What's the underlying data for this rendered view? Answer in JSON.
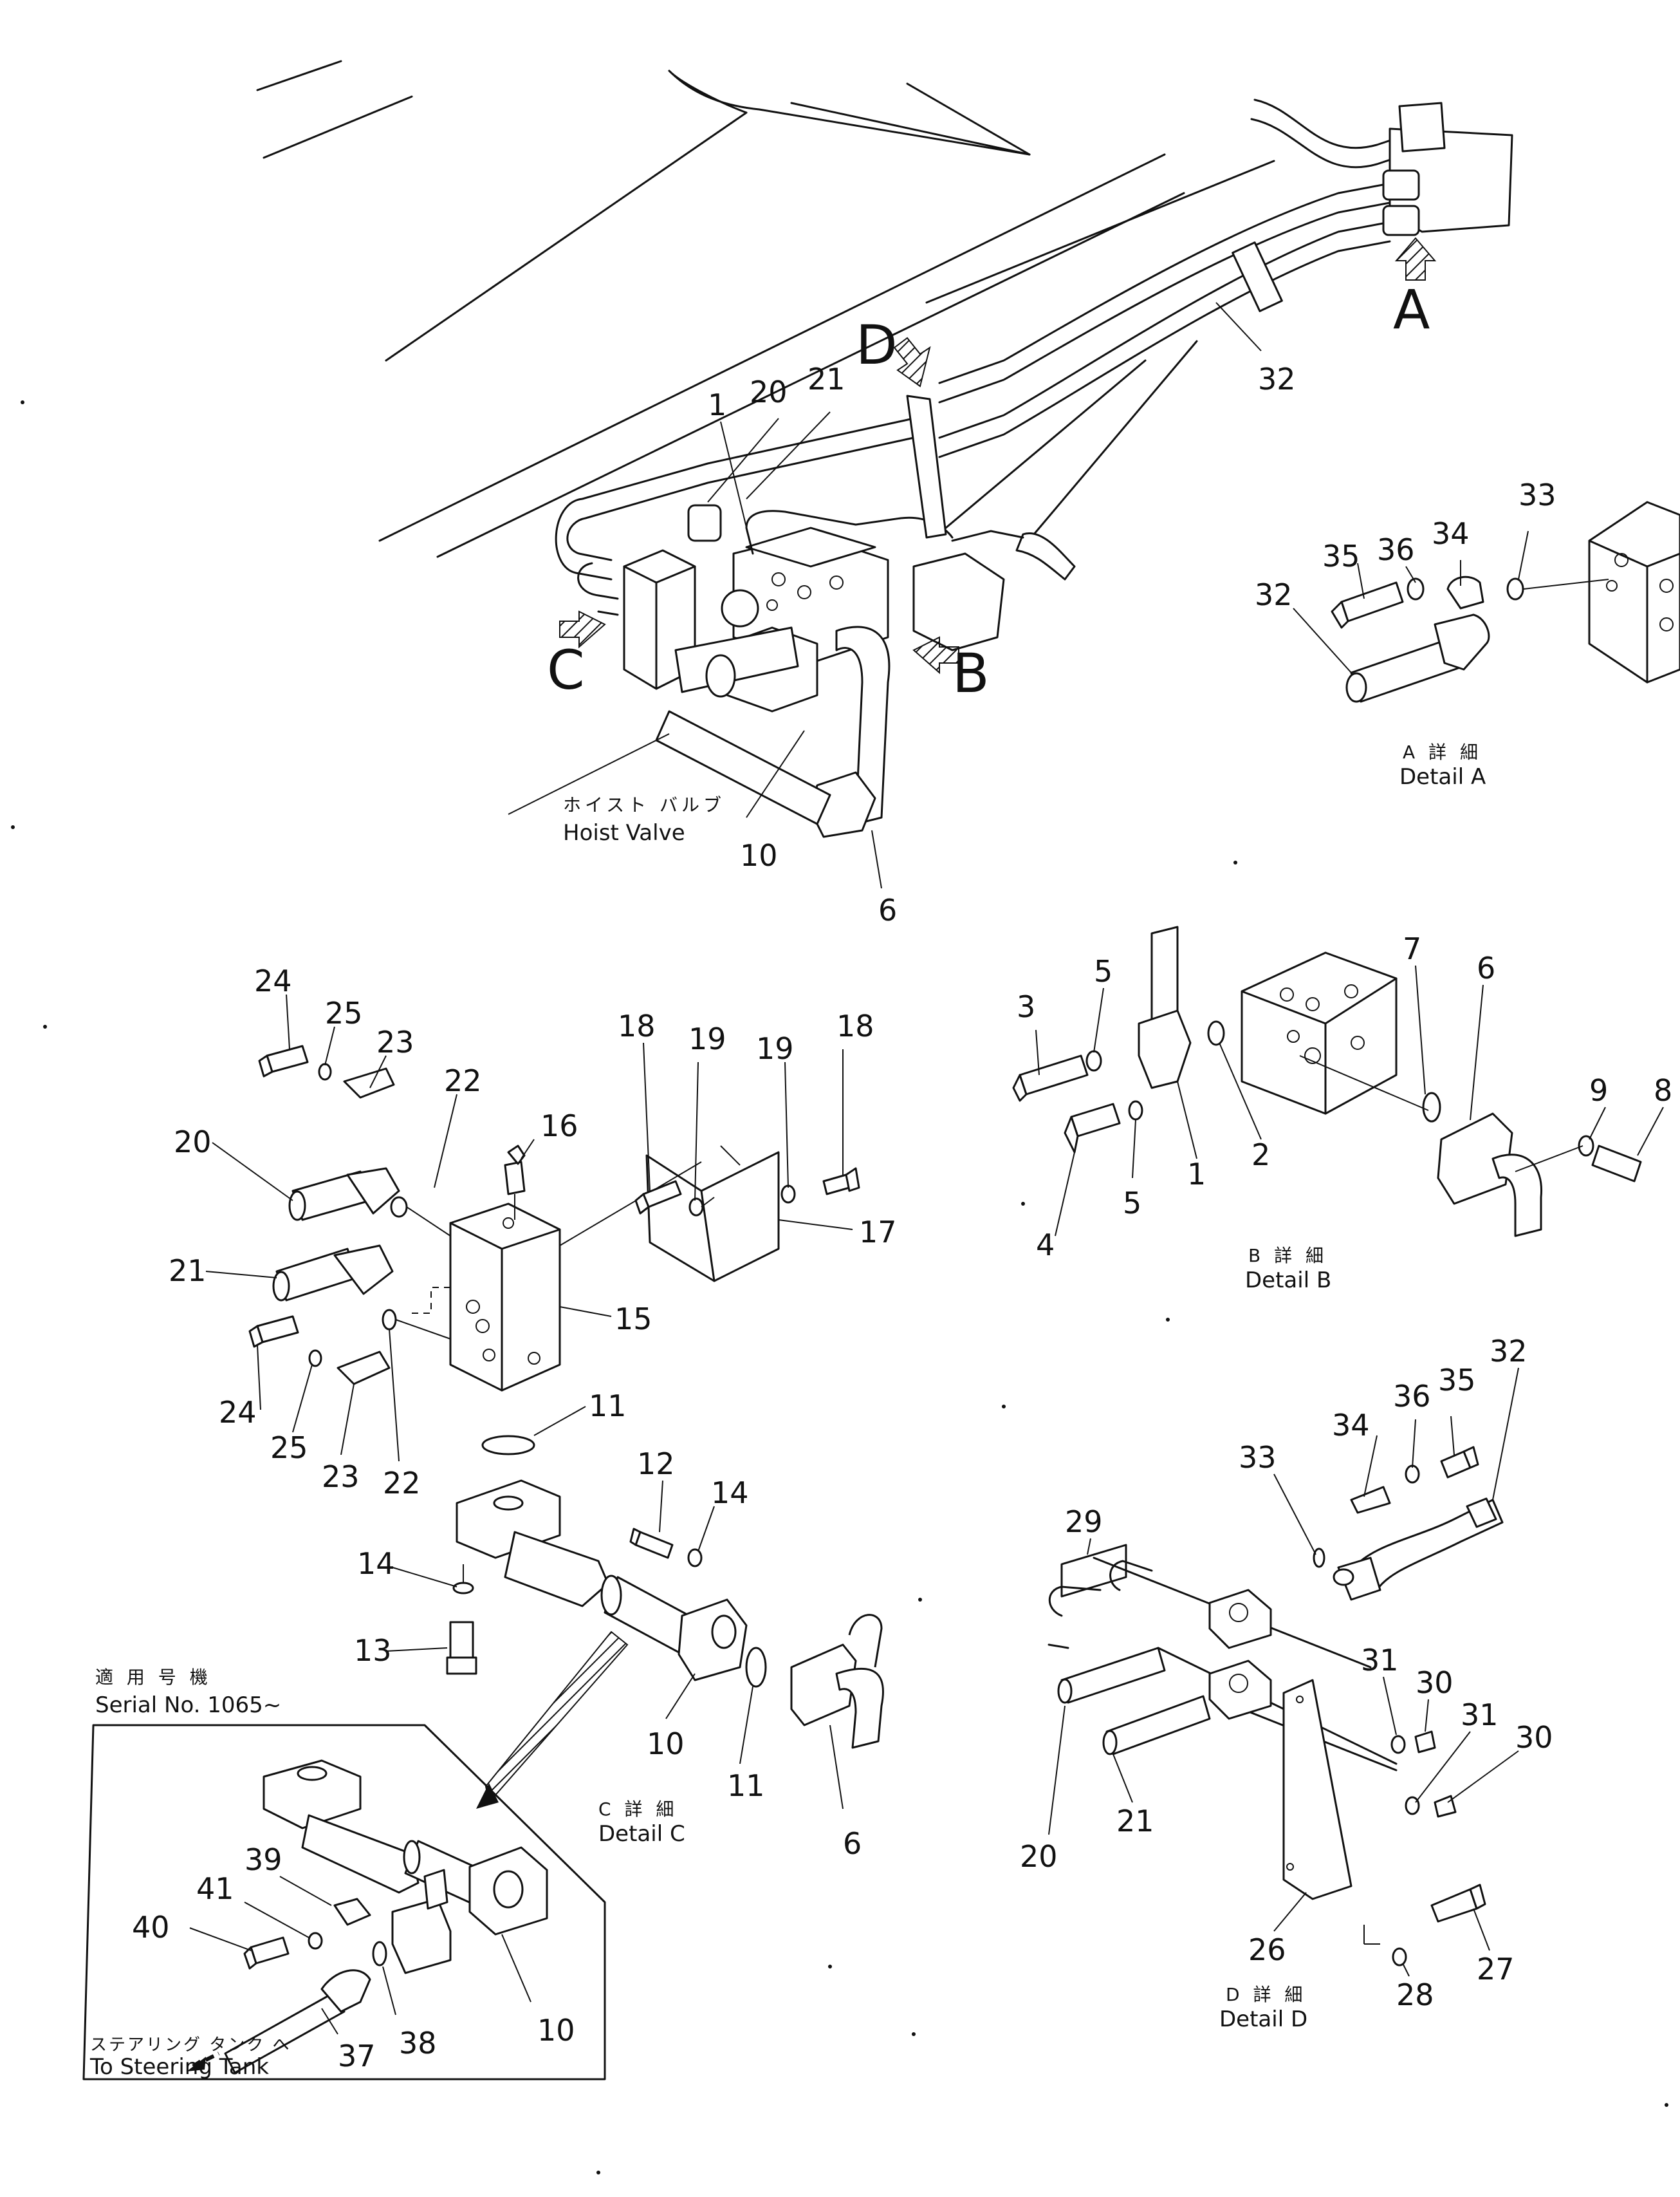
{
  "diagram": {
    "detail_arrows": [
      "A",
      "B",
      "C",
      "D"
    ],
    "callouts": {
      "main": [
        "1",
        "20",
        "21",
        "32",
        "10",
        "6"
      ],
      "detail_a": [
        "35",
        "36",
        "34",
        "33",
        "32"
      ],
      "detail_b": [
        "3",
        "5",
        "7",
        "6",
        "9",
        "8",
        "4",
        "5",
        "1",
        "2"
      ],
      "detail_c": [
        "24",
        "25",
        "23",
        "22",
        "16",
        "18",
        "19",
        "19",
        "18",
        "20",
        "17",
        "21",
        "15",
        "24",
        "25",
        "23",
        "22",
        "11",
        "12",
        "14",
        "14",
        "13",
        "10",
        "11",
        "6"
      ],
      "detail_d": [
        "32",
        "36",
        "35",
        "34",
        "33",
        "29",
        "31",
        "30",
        "31",
        "30",
        "20",
        "21",
        "26",
        "27",
        "28"
      ],
      "serial_inset": [
        "39",
        "41",
        "40",
        "10",
        "38",
        "37"
      ]
    },
    "labels": {
      "hoist_valve_jp": "ホイスト バルブ",
      "hoist_valve_en": "Hoist Valve",
      "detail_a_jp": "A 詳 細",
      "detail_a_en": "Detail A",
      "detail_b_jp": "B 詳 細",
      "detail_b_en": "Detail B",
      "detail_c_jp": "C 詳 細",
      "detail_c_en": "Detail C",
      "detail_d_jp": "D 詳 細",
      "detail_d_en": "Detail D",
      "serial_jp": "適 用 号 機",
      "serial_en": "Serial No. 1065~",
      "steering_jp": "ステアリング タンク へ",
      "steering_en": "To Steering Tank"
    }
  }
}
